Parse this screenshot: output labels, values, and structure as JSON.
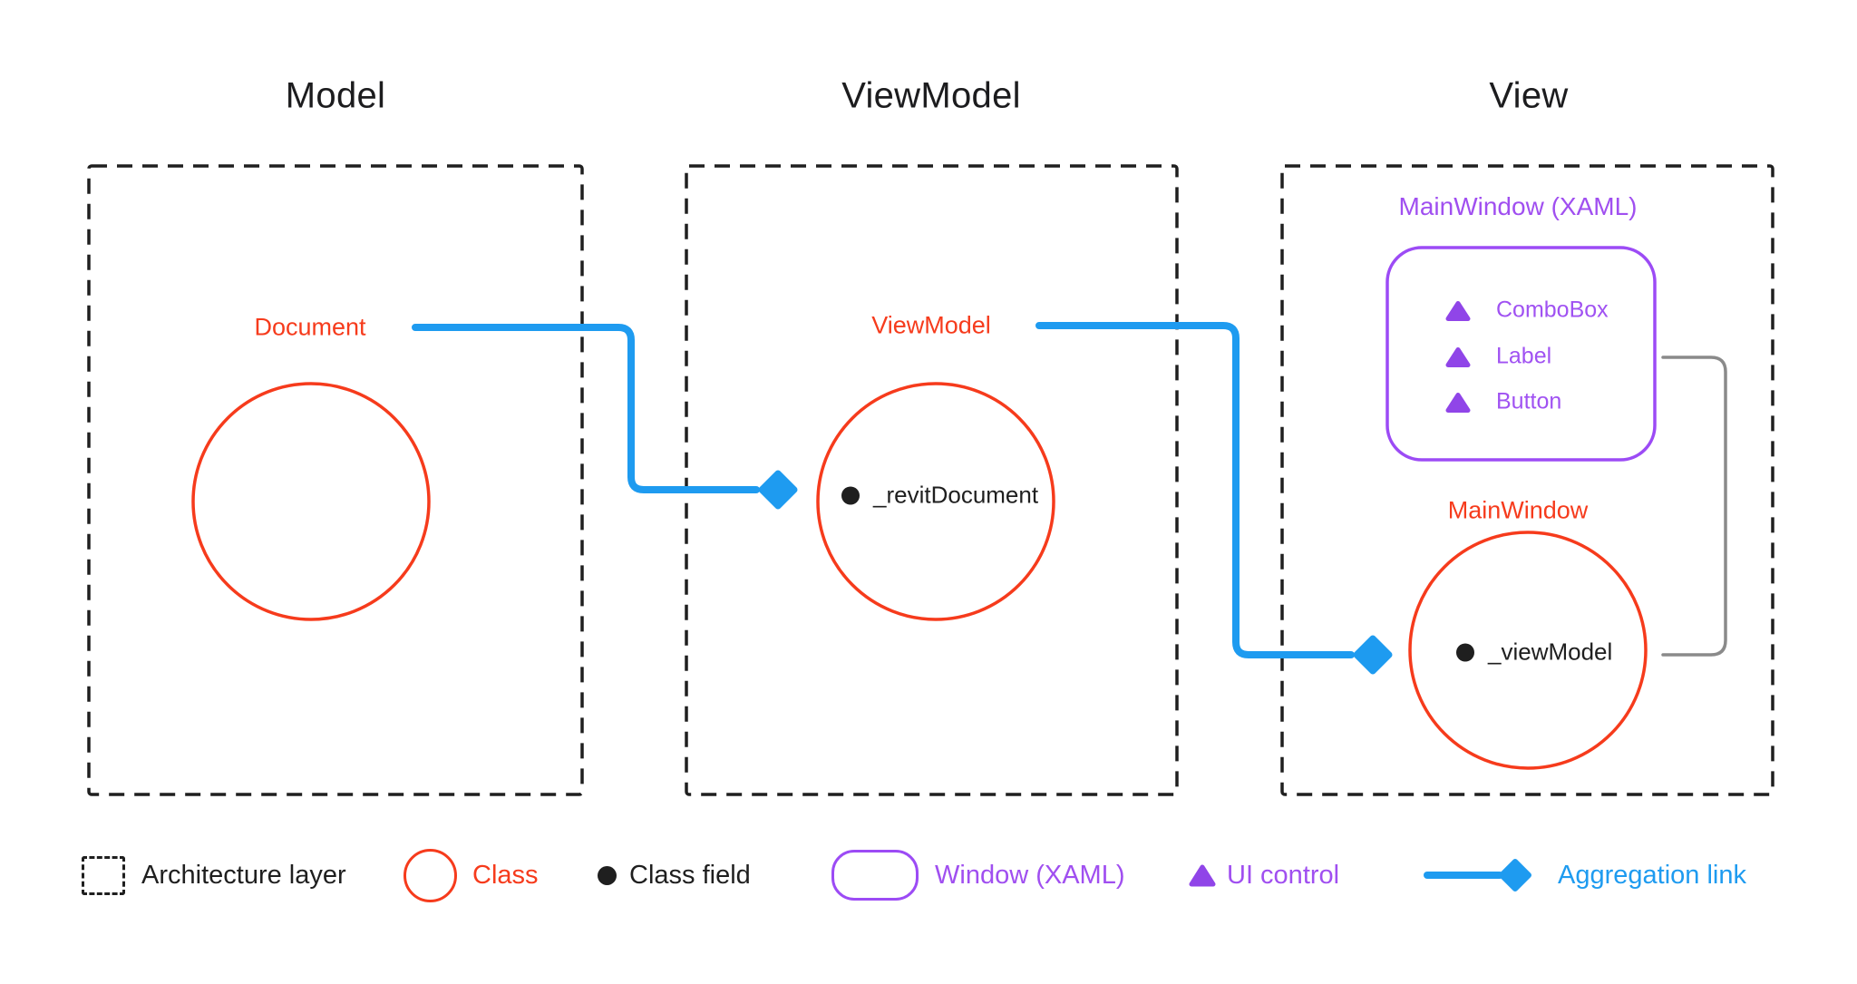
{
  "columns": [
    {
      "title": "Model",
      "class_label": "Document"
    },
    {
      "title": "ViewModel",
      "class_label": "ViewModel",
      "field": "_revitDocument"
    },
    {
      "title": "View",
      "window_title": "MainWindow (XAML)",
      "controls": [
        {
          "label": "ComboBox"
        },
        {
          "label": "Label"
        },
        {
          "label": "Button"
        }
      ],
      "class_label": "MainWindow",
      "field": "_viewModel"
    }
  ],
  "legend": {
    "items": [
      {
        "icon": "architecture-layer-icon",
        "label": "Architecture layer"
      },
      {
        "icon": "class-icon",
        "label": "Class"
      },
      {
        "icon": "class-field-icon",
        "label": "Class field"
      },
      {
        "icon": "window-xaml-icon",
        "label": "Window (XAML)"
      },
      {
        "icon": "ui-control-icon",
        "label": "UI control"
      },
      {
        "icon": "aggregation-link-icon",
        "label": "Aggregation link"
      }
    ]
  },
  "colors": {
    "class_orange": "#f63b1c",
    "control_purple": "#9c4bf5",
    "link_blue": "#1e9bf0",
    "text_dark": "#1f1f1f",
    "connector_gray": "#8a8a8a"
  }
}
